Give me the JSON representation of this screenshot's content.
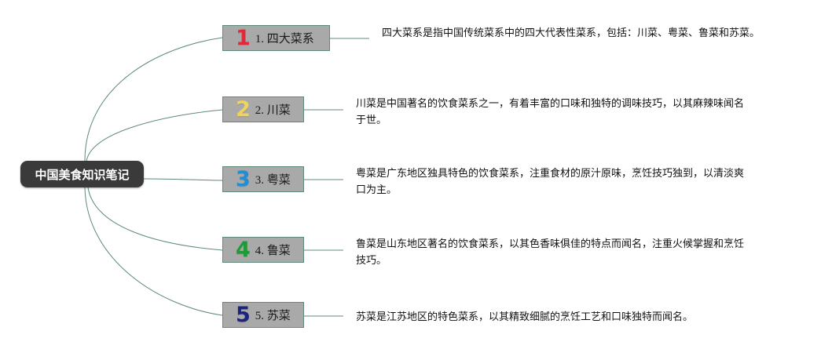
{
  "root": {
    "label": "中国美食知识笔记"
  },
  "topics": [
    {
      "number": "1",
      "number_color": "#e1293b",
      "label": "1. 四大菜系",
      "description": "四大菜系是指中国传统菜系中的四大代表性菜系，包括：川菜、粤菜、鲁菜和苏菜。"
    },
    {
      "number": "2",
      "number_color": "#f0d35a",
      "label": "2. 川菜",
      "description": "川菜是中国著名的饮食菜系之一，有着丰富的口味和独特的调味技巧，以其麻辣味闻名于世。"
    },
    {
      "number": "3",
      "number_color": "#1e8fd6",
      "label": "3. 粤菜",
      "description": "粤菜是广东地区独具特色的饮食菜系，注重食材的原汁原味，烹饪技巧独到，以清淡爽口为主。"
    },
    {
      "number": "4",
      "number_color": "#1f9a36",
      "label": "4. 鲁菜",
      "description": "鲁菜是山东地区著名的饮食菜系，以其色香味俱佳的特点而闻名，注重火候掌握和烹饪技巧。"
    },
    {
      "number": "5",
      "number_color": "#1a237e",
      "label": "5. 苏菜",
      "description": "苏菜是江苏地区的特色菜系，以其精致细腻的烹饪工艺和口味独特而闻名。"
    }
  ],
  "colors": {
    "connector": "#5e8a7a",
    "topic_fill": "#a9a9a9",
    "root_fill": "#3a3a3a"
  }
}
